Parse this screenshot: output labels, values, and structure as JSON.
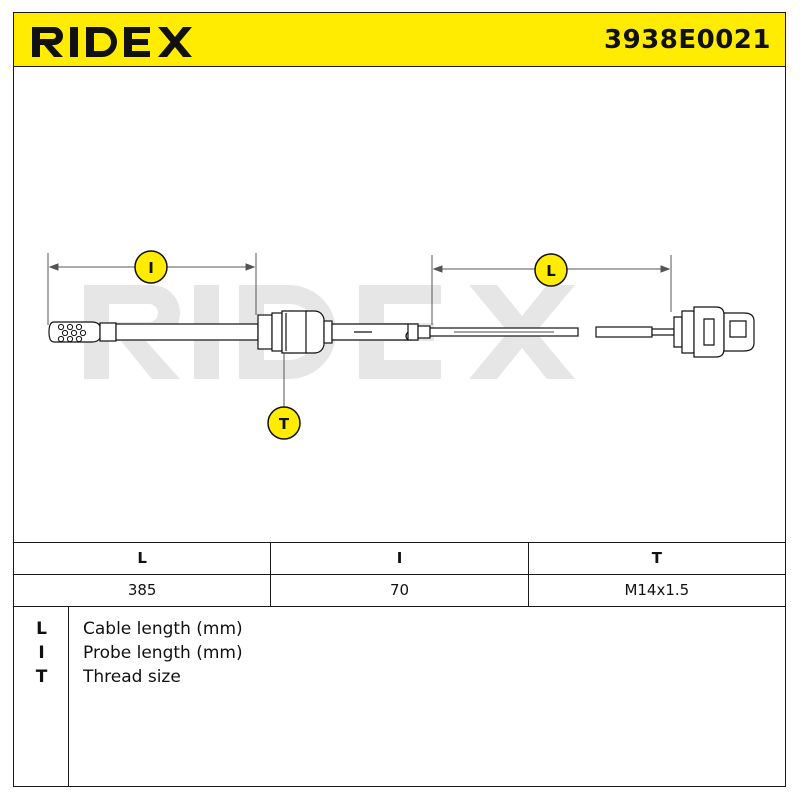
{
  "header": {
    "brand": "RIDEX",
    "part_number": "3938E0021",
    "accent_color": "#FFEC00"
  },
  "diagram": {
    "watermark": "RIDEX",
    "callout_l": "L",
    "callout_i": "I",
    "callout_t": "T"
  },
  "spec_table": {
    "headers": [
      "L",
      "I",
      "T"
    ],
    "values": [
      "385",
      "70",
      "M14x1.5"
    ]
  },
  "legend": [
    {
      "key": "L",
      "label": "Cable length (mm)"
    },
    {
      "key": "I",
      "label": "Probe length (mm)"
    },
    {
      "key": "T",
      "label": "Thread size"
    }
  ]
}
